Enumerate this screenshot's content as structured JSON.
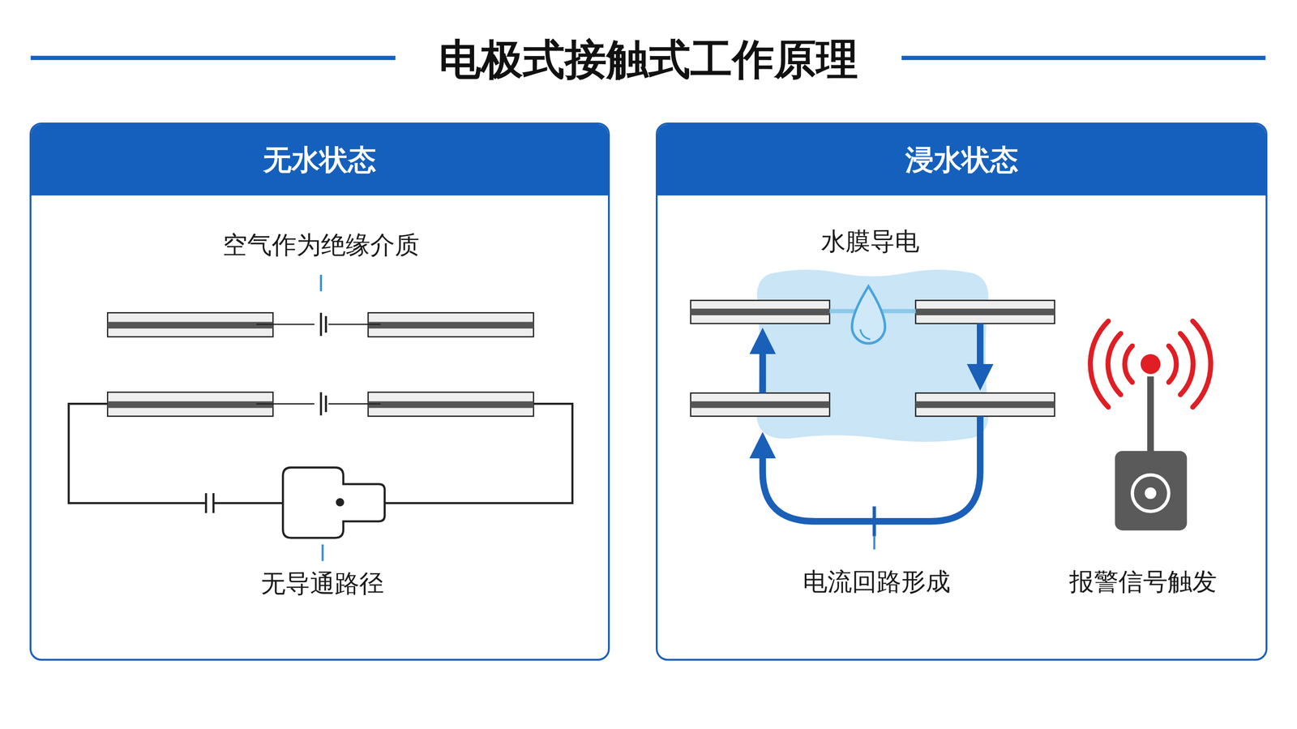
{
  "diagram": {
    "title": "电极式接触式工作原理",
    "nodes": [
      {
        "text": [
          "无水状态"
        ]
      },
      {
        "text": [
          "浸水状态"
        ]
      }
    ],
    "labels": [
      "空气作为绝缘介质",
      "无导通路径",
      "水膜导电",
      "电流回路形成",
      "报警信号触发"
    ]
  }
}
